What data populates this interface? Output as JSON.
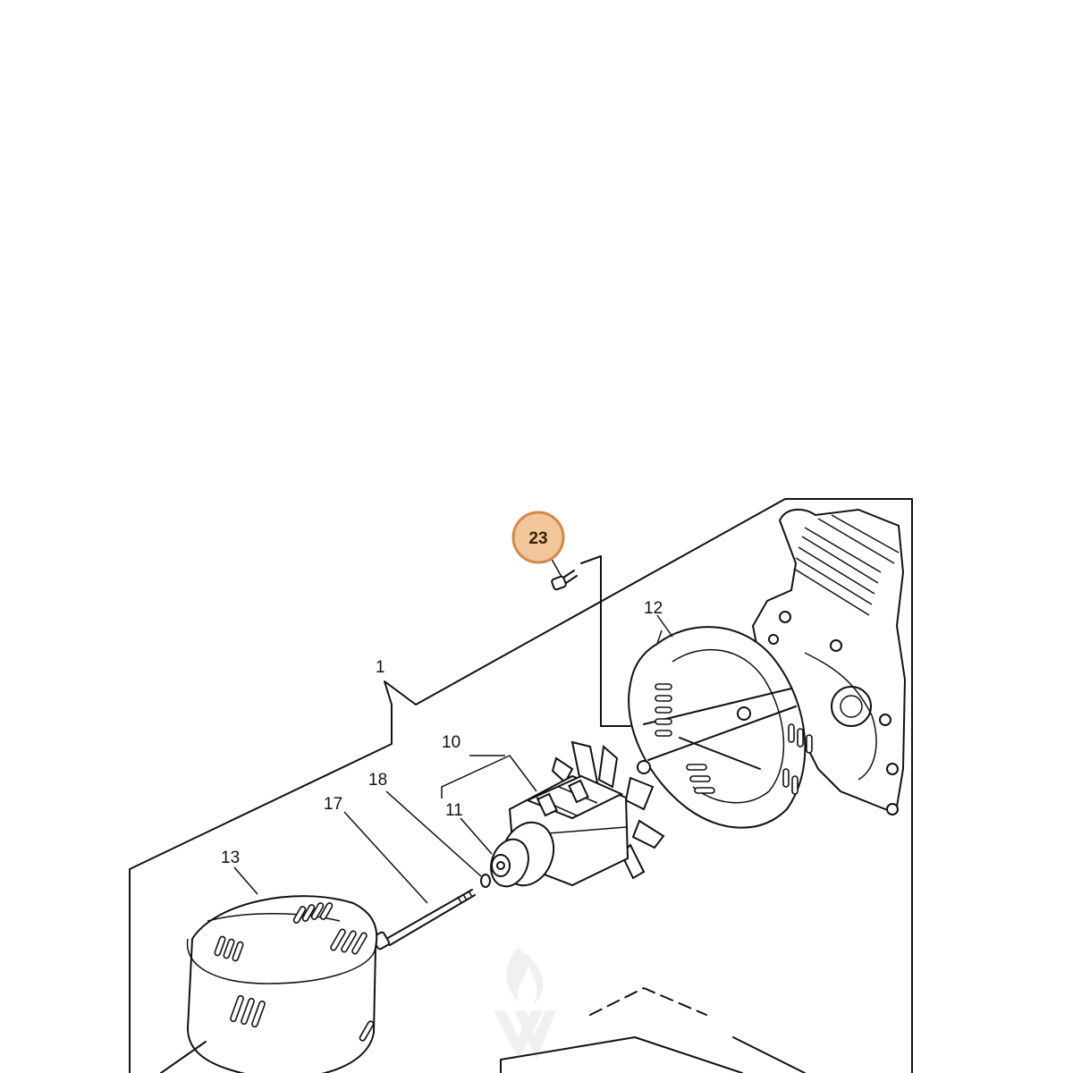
{
  "diagram": {
    "part_numbers": {
      "p1": "1",
      "p10": "10",
      "p11": "11",
      "p12": "12",
      "p13": "13",
      "p17": "17",
      "p18": "18",
      "p23": "23"
    },
    "highlight": {
      "label": "23",
      "fill_color": "#f0c69a",
      "border_color": "#d4894a"
    }
  }
}
